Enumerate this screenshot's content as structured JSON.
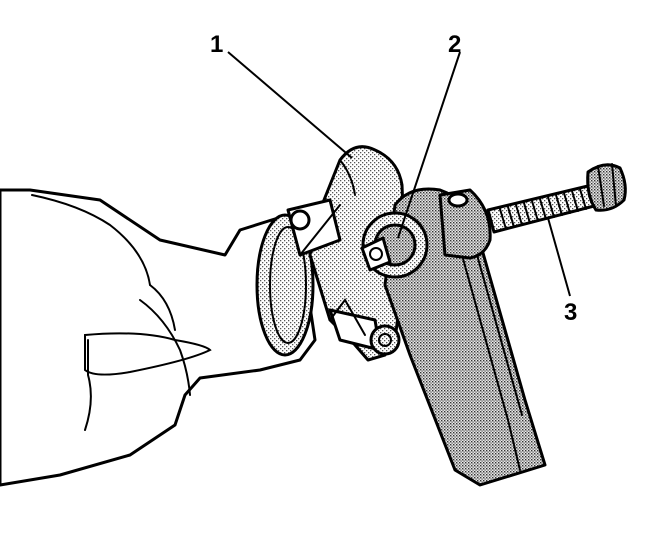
{
  "callouts": [
    {
      "id": "1",
      "text": "1"
    },
    {
      "id": "2",
      "text": "2"
    },
    {
      "id": "3",
      "text": "3"
    }
  ],
  "colors": {
    "ink": "#000000",
    "paper": "#ffffff",
    "shade_light": "#d4d4d4",
    "shade_dark": "#9a9a9a"
  }
}
